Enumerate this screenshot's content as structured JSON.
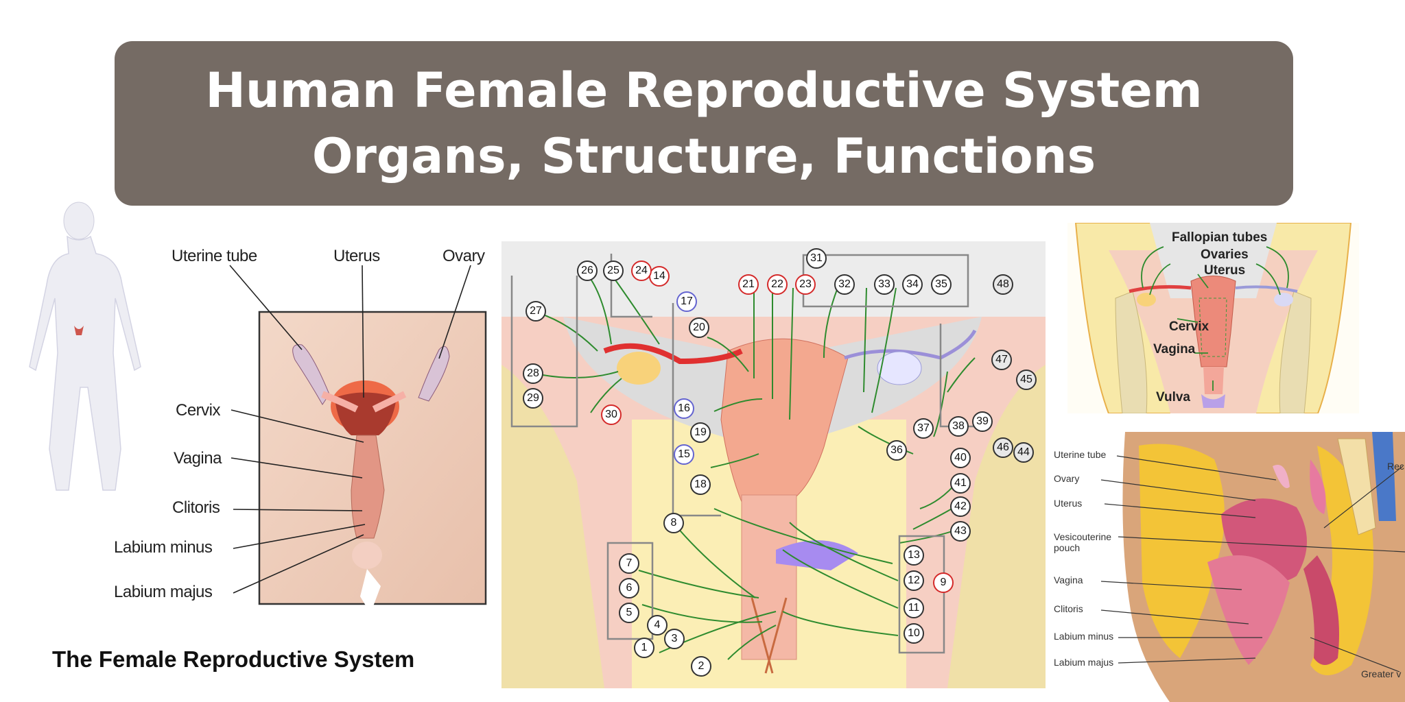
{
  "title": "Human Female Reproductive System Organs, Structure, Functions",
  "left_diagram": {
    "labels": {
      "uterine_tube": "Uterine tube",
      "uterus": "Uterus",
      "ovary": "Ovary",
      "cervix": "Cervix",
      "vagina": "Vagina",
      "clitoris": "Clitoris",
      "labium_minus": "Labium minus",
      "labium_majus": "Labium majus"
    },
    "caption": "The Female Reproductive System"
  },
  "center_diagram": {
    "markers": [
      "1",
      "2",
      "3",
      "4",
      "5",
      "6",
      "7",
      "8",
      "9",
      "10",
      "11",
      "12",
      "13",
      "14",
      "15",
      "16",
      "17",
      "18",
      "19",
      "20",
      "21",
      "22",
      "23",
      "24",
      "25",
      "26",
      "27",
      "28",
      "29",
      "30",
      "31",
      "32",
      "33",
      "34",
      "35",
      "36",
      "37",
      "38",
      "39",
      "40",
      "41",
      "42",
      "43",
      "44",
      "45",
      "46",
      "47",
      "48"
    ]
  },
  "top_right_diagram": {
    "labels": {
      "fallopian_tubes": "Fallopian tubes",
      "ovaries": "Ovaries",
      "uterus": "Uterus",
      "cervix": "Cervix",
      "vagina": "Vagina",
      "vulva": "Vulva"
    }
  },
  "bottom_right_diagram": {
    "labels": {
      "uterine_tube": "Uterine tube",
      "ovary": "Ovary",
      "uterus": "Uterus",
      "vesicouterine_pouch": "Vesicouterine pouch",
      "vagina": "Vagina",
      "clitoris": "Clitoris",
      "labium_minus": "Labium minus",
      "labium_majus": "Labium majus",
      "rectum_partial": "Rec",
      "greater_partial": "Greater v"
    }
  },
  "colors": {
    "banner": "#756b64",
    "banner_text": "#ffffff",
    "leader_green": "#2e8b2e",
    "marker_red": "#d42a2a",
    "marker_blue": "#6464d0"
  }
}
